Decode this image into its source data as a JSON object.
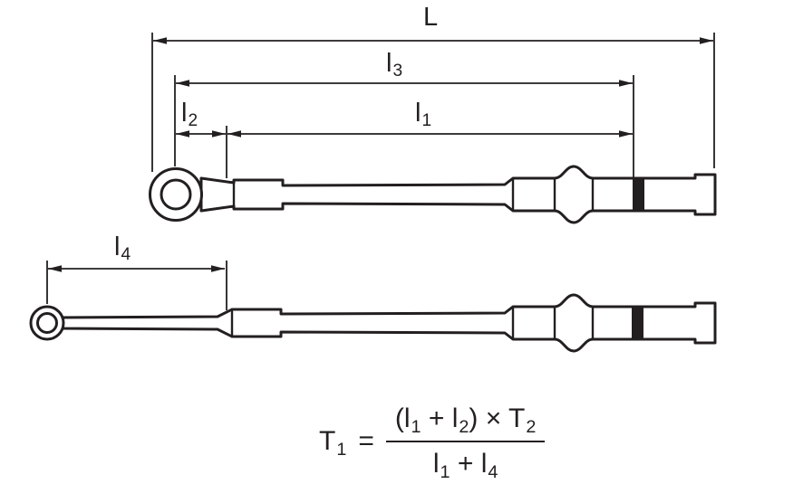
{
  "dims": {
    "L": {
      "base": "L",
      "sub": ""
    },
    "l3": {
      "base": "l",
      "sub": "3"
    },
    "l2": {
      "base": "l",
      "sub": "2"
    },
    "l1": {
      "base": "l",
      "sub": "1"
    },
    "l4": {
      "base": "l",
      "sub": "4"
    }
  },
  "formula": {
    "lhs_base": "T",
    "lhs_sub": "1",
    "equals": "=",
    "num_seg1_base": "(l",
    "num_seg1_sub": "1",
    "num_seg2_base": " + l",
    "num_seg2_sub": "2",
    "num_seg3_base": ") × T",
    "num_seg3_sub": "2",
    "den_seg1_base": "l",
    "den_seg1_sub": "1",
    "den_seg2_base": " + l",
    "den_seg2_sub": "4"
  },
  "colors": {
    "line": "#231f20",
    "background": "#ffffff"
  }
}
